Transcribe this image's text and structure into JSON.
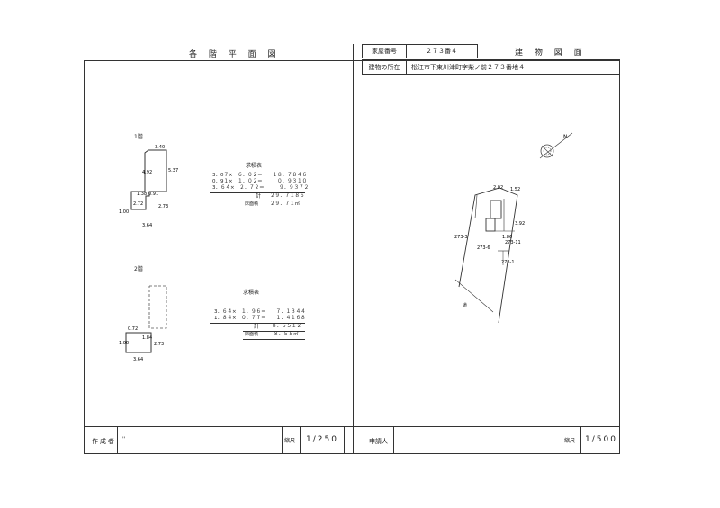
{
  "header": {
    "floor_plan_title": "各 階 平 面 図",
    "house_number_label": "家屋番号",
    "house_number_value": "２７３番４",
    "building_plan_title": "建 物 図 面",
    "location_label": "建物の所在",
    "location_value": "松江市下東川津町字柴ノ前２７３番地４"
  },
  "floor1": {
    "label": "1階",
    "dims": [
      "3.40",
      "4.92",
      "5.37",
      "1.38",
      "0.91",
      "2.72",
      "2.73",
      "1.00",
      "3.64"
    ],
    "calc_title": "求積表",
    "calc_rows": [
      "3．0７×　６．０２＝　　１８．７８４６",
      "0．9１×　１．０２＝　　　０．９３１０",
      "3．６４×　２．７２＝　　　９．９３７２"
    ],
    "sum_label": "計",
    "sum_value": "２９．７１８６",
    "area_label": "床面積",
    "area_value": "２９．７１㎡"
  },
  "floor2": {
    "label": "2階",
    "dims": [
      "0.72",
      "1.84",
      "1.00",
      "2.73",
      "3.64"
    ],
    "calc_title": "求積表",
    "calc_rows": [
      "3．６４×　１．９６＝　　７．１３４４",
      "1．８４×　０．７７＝　　１．４１６８"
    ],
    "sum_label": "計",
    "sum_value": "８．５５１２",
    "area_label": "床面積",
    "area_value": "８．５５㎡"
  },
  "site": {
    "lots": [
      "273-3",
      "273-6",
      "273-11",
      "273-1"
    ],
    "dims": [
      "3.92",
      "1.86",
      "1.52",
      "2.02"
    ],
    "road_label": "道",
    "north_label": "N"
  },
  "footer": {
    "creator_label": "作成者",
    "creator_value": "''",
    "scale_label": "縮尺",
    "scale_left": "1/250",
    "applicant_label": "申請人",
    "scale_right": "1/500"
  }
}
